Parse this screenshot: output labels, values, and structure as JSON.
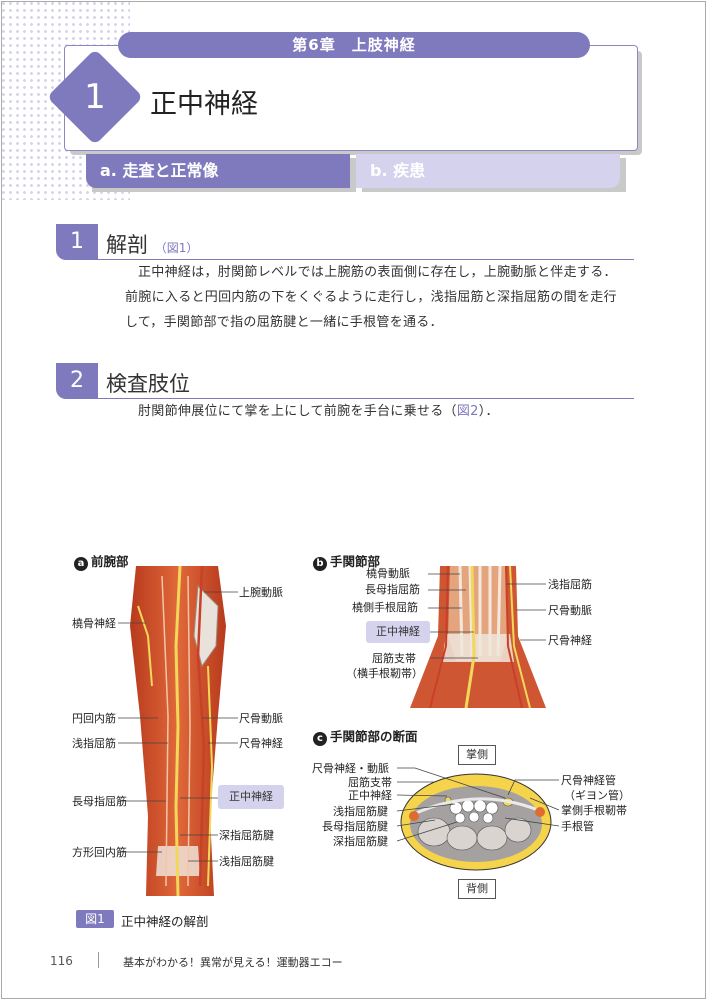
{
  "header": {
    "chapter": "第6章　上肢神経",
    "section_number": "1",
    "title": "正中神経"
  },
  "tabs": [
    {
      "label": "a. 走査と正常像"
    },
    {
      "label": "b. 疾患"
    }
  ],
  "sections": [
    {
      "number": "1",
      "title": "解剖",
      "ref": "（図1）",
      "body": "正中神経は，肘関節レベルでは上腕筋の表面側に存在し，上腕動脈と伴走する．前腕に入ると円回内筋の下をくぐるように走行し，浅指屈筋と深指屈筋の間を走行して，手関節部で指の屈筋腱と一緒に手根管を通る．"
    },
    {
      "number": "2",
      "title": "検査肢位",
      "body_before": "肘関節伸展位にて掌を上にして前腕を手台に乗せる（",
      "body_ref": "図2",
      "body_after": "）．"
    }
  ],
  "figure": {
    "panel_a": {
      "label": "a",
      "title": "前腕部",
      "labels_left": [
        "橈骨神経",
        "円回内筋",
        "浅指屈筋",
        "長母指屈筋",
        "方形回内筋"
      ],
      "labels_right": [
        "上腕動脈",
        "尺骨動脈",
        "尺骨神経",
        "正中神経",
        "深指屈筋腱",
        "浅指屈筋腱"
      ]
    },
    "panel_b": {
      "label": "b",
      "title": "手関節部",
      "labels_left": [
        "橈骨動脈",
        "長母指屈筋",
        "橈側手根屈筋",
        "正中神経",
        "屈筋支帯",
        "（横手根靭帯）"
      ],
      "labels_right": [
        "浅指屈筋",
        "尺骨動脈",
        "尺骨神経"
      ]
    },
    "panel_c": {
      "label": "c",
      "title": "手関節部の断面",
      "top_box": "掌側",
      "bottom_box": "背側",
      "labels_left": [
        "尺骨神経・動脈",
        "屈筋支帯",
        "正中神経",
        "浅指屈筋腱",
        "長母指屈筋腱",
        "深指屈筋腱"
      ],
      "labels_right": [
        "尺骨神経管",
        "（ギヨン管）",
        "掌側手根靭帯",
        "手根管"
      ]
    },
    "caption_tag": "図1",
    "caption": "正中神経の解剖"
  },
  "footer": {
    "page_number": "116",
    "book_title": "基本がわかる！異常が見える！運動器エコー"
  },
  "colors": {
    "accent": "#7f79bd",
    "accent_light": "#d4d2ec",
    "muscle": "#d9582f",
    "nerve": "#e8c84a"
  }
}
